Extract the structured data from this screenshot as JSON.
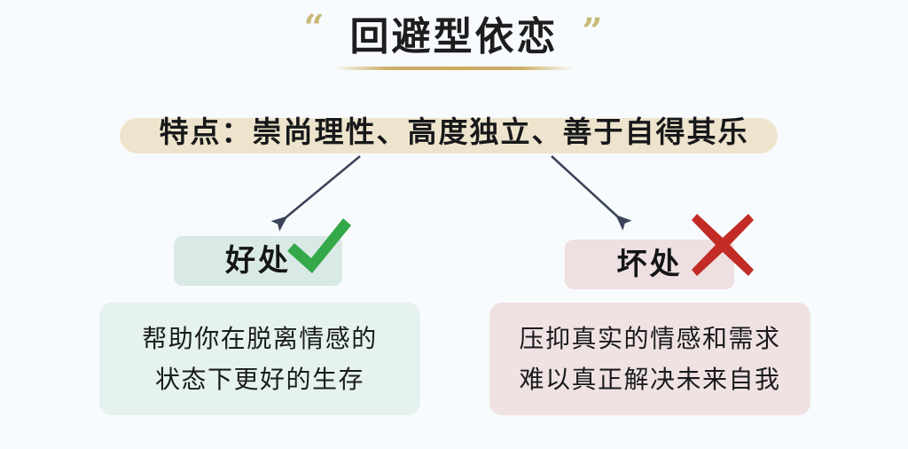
{
  "page": {
    "background_color": "#f8fbfd"
  },
  "header": {
    "quote_open": "“",
    "quote_close": "”",
    "title": "回避型依恋",
    "quote_color": "#c9b979",
    "rule_color": "#c9a95f"
  },
  "subtitle": {
    "text": "特点：崇尚理性、高度独立、善于自得其乐",
    "highlight_color": "#eee4cd"
  },
  "arrows": {
    "left": {
      "name": "arrow-to-benefits",
      "color": "#3b4559"
    },
    "right": {
      "name": "arrow-to-drawbacks",
      "color": "#3b4559"
    }
  },
  "columns": {
    "good": {
      "pill_label": "好处",
      "pill_color": "#d9e9e5",
      "icon": "check-mark-icon",
      "icon_color": "#35a84a",
      "card_color": "#e5f2ef",
      "lines": [
        "帮助你在脱离情感的",
        "状态下更好的生存"
      ]
    },
    "bad": {
      "pill_label": "坏处",
      "pill_color": "#eedfe0",
      "icon": "cross-mark-icon",
      "icon_color": "#c22b26",
      "card_color": "#f0e2e2",
      "lines": [
        "压抑真实的情感和需求",
        "难以真正解决未来自我"
      ]
    }
  }
}
